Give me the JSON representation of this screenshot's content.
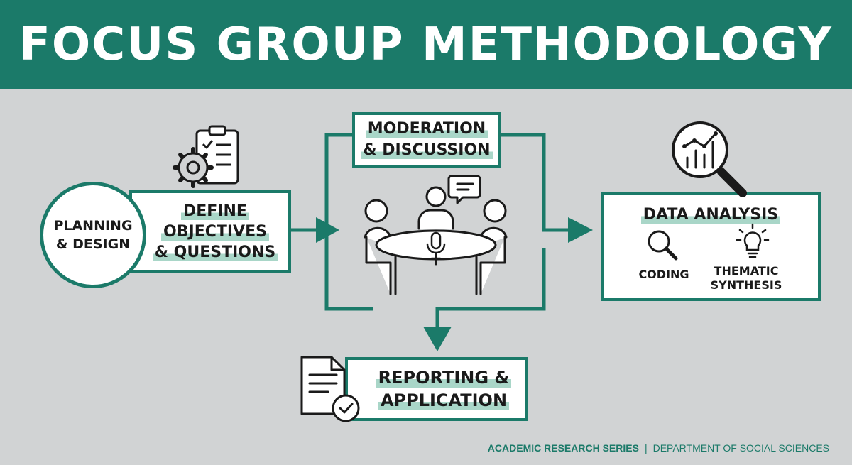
{
  "title": "FOCUS GROUP METHODOLOGY",
  "planning": {
    "circle_lines": [
      "PLANNING",
      "& DESIGN"
    ],
    "box_lines": [
      "DEFINE",
      "OBJECTIVES",
      "& QUESTIONS"
    ]
  },
  "moderation": {
    "lines": [
      "MODERATION",
      "& DISCUSSION"
    ]
  },
  "analysis": {
    "title": "DATA ANALYSIS",
    "coding": "CODING",
    "thematic_lines": [
      "THEMATIC",
      "SYNTHESIS"
    ]
  },
  "reporting": {
    "lines": [
      "REPORTING &",
      "APPLICATION"
    ]
  },
  "footer": {
    "series": "ACADEMIC RESEARCH SERIES",
    "separator": "|",
    "department": "DEPARTMENT OF SOCIAL SCIENCES"
  },
  "icons": [
    "clipboard-gear-icon",
    "speech-bubble-icon",
    "meeting-table-icon",
    "microphone-icon",
    "analytics-magnifier-icon",
    "magnifier-icon",
    "lightbulb-icon",
    "document-check-icon"
  ],
  "colors": {
    "accent": "#1b7a69",
    "highlight": "#a9d6c8",
    "background": "#d1d3d4",
    "ink": "#1a1a1a"
  }
}
